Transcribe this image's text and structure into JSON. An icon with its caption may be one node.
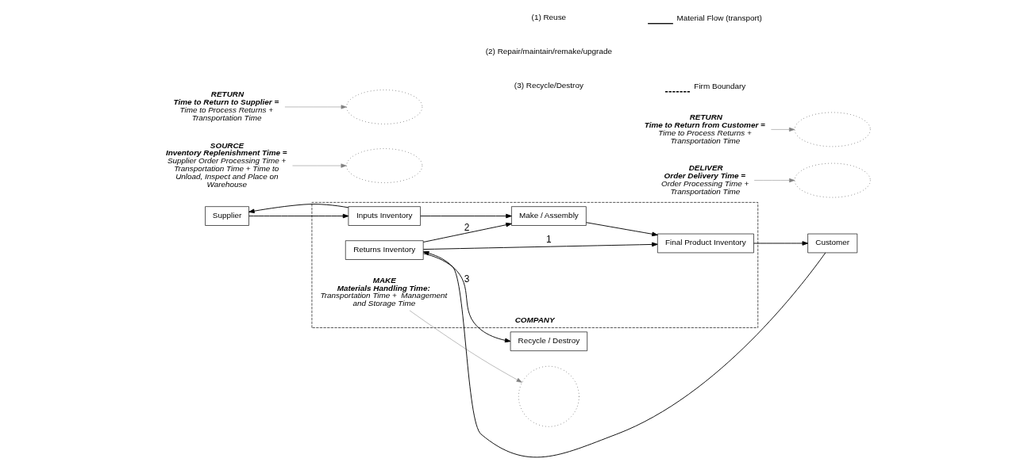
{
  "diagram": {
    "nodes": [
      {
        "text": [
          "COMPANY"
        ]
      },
      {
        "text": [
          "SOURCE",
          "Inventory Replenishment Time =",
          "Supplier Order Processing Time + Transportation Time + Time to Unload, Inspect and Place on Warehouse"
        ]
      },
      {
        "text": [
          "MAKE",
          "Materials Handling Time:",
          "Transportation Time +  Management and Storage Time"
        ],
        "in": 0
      },
      {
        "text": [
          "DELIVER",
          "Order Delivery Time =",
          "Order Processing Time + Transportation Time"
        ]
      },
      {
        "text": [
          "Supplier"
        ]
      },
      {
        "text": [
          "Inputs Inventory"
        ],
        "in": 0
      },
      {
        "text": [
          "Make / Assembly"
        ],
        "in": 0
      },
      {
        "text": [
          "Final Product Inventory"
        ],
        "in": 0
      },
      {
        "text": [
          "Customer"
        ]
      },
      {
        "text": [
          "RETURN",
          "Time to Return from Customer =",
          "Time to Process Returns + Transportation Time"
        ]
      },
      {
        "text": [
          "Returns Inventory"
        ],
        "in": 0
      },
      {
        "text": [
          "Recycle / Destroy"
        ]
      },
      {
        "text": [
          "RETURN",
          "Time to Return to Supplier =",
          "Time to Process Returns + Transportation Time"
        ]
      },
      {
        "text": [],
        "shape": "ellipse"
      },
      {
        "text": [],
        "shape": "ellipse"
      },
      {
        "text": [],
        "shape": "circle"
      },
      {
        "text": [],
        "shape": "ellipse"
      },
      {
        "text": [],
        "shape": "ellipse"
      }
    ],
    "edges": [
      {
        "from": 4,
        "to": 5,
        "arrow": "to"
      },
      {
        "from": 5,
        "to": 4,
        "arrow": "to"
      },
      {
        "from": 5,
        "to": 6,
        "arrow": "to"
      },
      {
        "from": 6,
        "to": 7,
        "arrow": "to"
      },
      {
        "from": 7,
        "to": 8,
        "arrow": "to"
      },
      {
        "from": 10,
        "to": 6,
        "label": "2",
        "arrow": "to"
      },
      {
        "from": 10,
        "to": 7,
        "label": "1",
        "arrow": "to"
      },
      {
        "from": 8,
        "to": 10,
        "arrow": "to"
      },
      {
        "from": 10,
        "to": 11,
        "label": "3",
        "arrow": "to"
      },
      {
        "from": 1,
        "to": 14,
        "arrow": "to",
        "color": "#808080"
      },
      {
        "from": 12,
        "to": 13,
        "arrow": "to",
        "color": "#808080"
      },
      {
        "from": 2,
        "to": 15,
        "arrow": "to",
        "color": "#808080"
      },
      {
        "from": 3,
        "to": 16,
        "arrow": "to",
        "color": "#808080"
      },
      {
        "from": 9,
        "to": 17,
        "arrow": "to",
        "color": "#808080"
      }
    ],
    "labels": [
      "(1) Reuse",
      "(2) Repair/maintain/remake/upgrade",
      "(3) Recycle/Destroy"
    ],
    "legend": [
      {
        "text": "Material Flow (transport)"
      },
      {
        "text": "Firm Boundary"
      }
    ]
  }
}
